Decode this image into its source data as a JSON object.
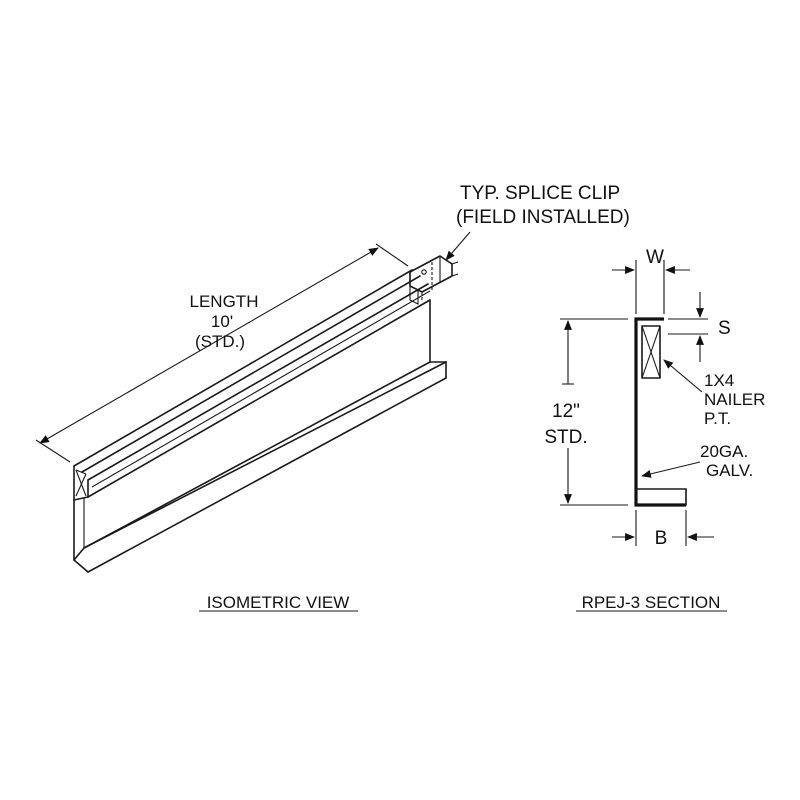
{
  "isometric": {
    "length_label": [
      "LENGTH",
      "10'",
      "(STD.)"
    ],
    "splice_label": [
      "TYP. SPLICE CLIP",
      "(FIELD INSTALLED)"
    ],
    "title": "ISOMETRIC VIEW"
  },
  "section": {
    "width_label": "W",
    "setback_label": "S",
    "base_label": "B",
    "height_label": [
      "12\"",
      "STD."
    ],
    "nailer_label": [
      "1X4",
      "NAILER",
      "P.T."
    ],
    "gauge_label": [
      "20GA.",
      "GALV."
    ],
    "title": "RPEJ-3 SECTION"
  }
}
